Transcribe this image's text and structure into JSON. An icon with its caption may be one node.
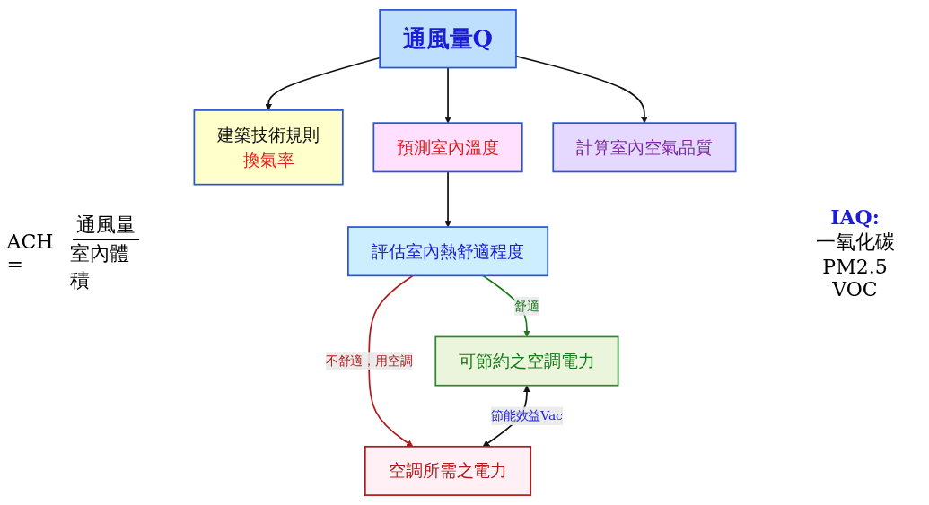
{
  "diagram": {
    "nodes": [
      {
        "text": [
          "通風量Q"
        ]
      },
      {
        "text": [
          "建築技術規則",
          "換氣率"
        ]
      },
      {
        "text": [
          "預測室內溫度"
        ]
      },
      {
        "text": [
          "計算室內空氣品質"
        ]
      },
      {
        "text": [
          "評估室內熱舒適程度"
        ]
      },
      {
        "text": [
          "可節約之空調電力"
        ]
      },
      {
        "text": [
          "空調所需之電力"
        ]
      }
    ],
    "edges": [
      {
        "from": 0,
        "to": 1,
        "arrow": "to"
      },
      {
        "from": 0,
        "to": 2,
        "arrow": "to"
      },
      {
        "from": 0,
        "to": 3,
        "arrow": "to"
      },
      {
        "from": 2,
        "to": 4,
        "arrow": "to"
      },
      {
        "from": 4,
        "to": 5,
        "arrow": "to",
        "label": "舒適",
        "color": "#1a7a1a"
      },
      {
        "from": 4,
        "to": 6,
        "arrow": "to",
        "label": "不舒適，用空調",
        "color": "#b01c1c"
      },
      {
        "from": 5,
        "to": 6,
        "arrow": "both",
        "label": "節能效益Vac"
      }
    ],
    "labels": [
      "ACH =",
      "通風量",
      "室內體積",
      "IAQ:",
      "一氧化碳",
      "PM2.5",
      "VOC"
    ]
  }
}
